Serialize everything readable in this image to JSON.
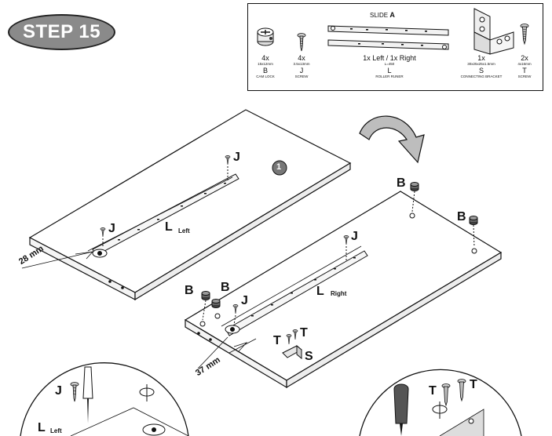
{
  "step_label": "STEP 15",
  "slide_title": "SLIDE",
  "slide_letter": "A",
  "parts": [
    {
      "qty": "4x",
      "size": "15x12mm",
      "code": "B",
      "name": "CAM LOCK"
    },
    {
      "qty": "4x",
      "size": "3.5x13mm",
      "code": "J",
      "name": "SCREW"
    },
    {
      "qty": "1x Left / 1x Right",
      "size": "L=450",
      "code": "L",
      "name": "ROLLER RUNER"
    },
    {
      "qty": "1x",
      "size": "30x25x25x1.5mm",
      "code": "S",
      "name": "CONNECTING BRACKET"
    },
    {
      "qty": "2x",
      "size": "4x16mm",
      "code": "T",
      "name": "SCREW"
    }
  ],
  "panel_number": "1",
  "callouts": {
    "j": "J",
    "l": "L",
    "left": "Left",
    "right": "Right",
    "b": "B",
    "t": "T",
    "s": "S"
  },
  "dimensions": {
    "left_panel": "28 mm",
    "right_panel": "37 mm"
  }
}
